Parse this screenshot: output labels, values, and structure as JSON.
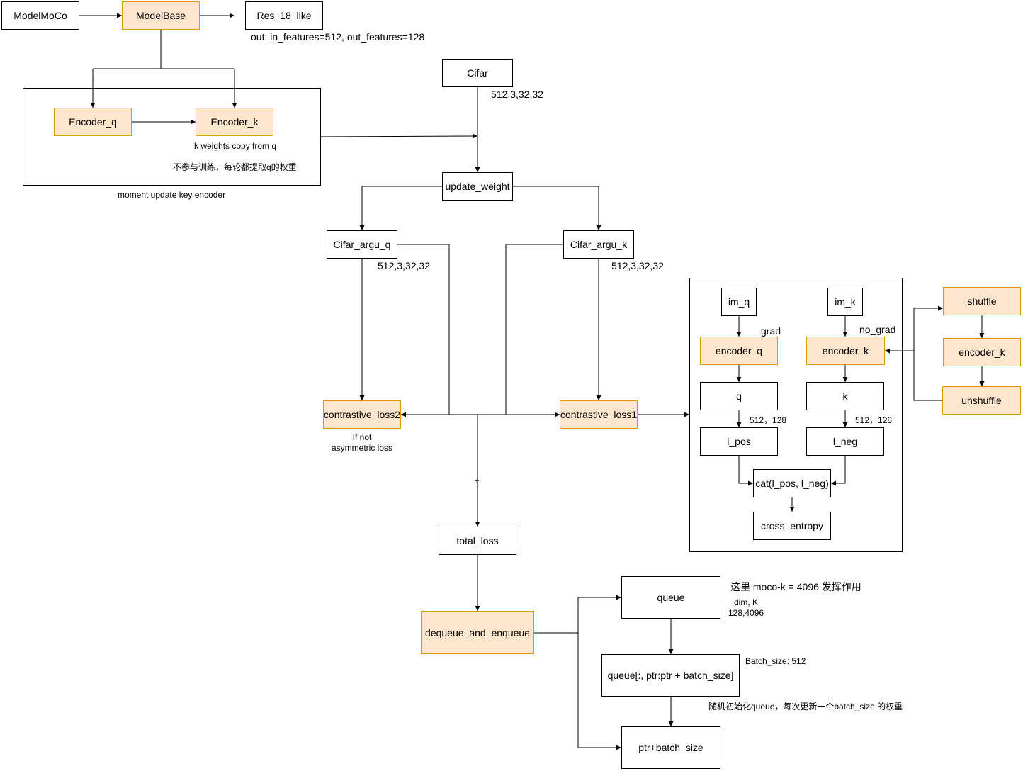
{
  "nodes": {
    "modelmoco": "ModelMoCo",
    "modelbase": "ModelBase",
    "res18": "Res_18_like",
    "encoder_q_top": "Encoder_q",
    "encoder_k_top": "Encoder_k",
    "cifar": "Cifar",
    "update_weight": "update_weight",
    "cifar_argu_q": "Cifar_argu_q",
    "cifar_argu_k": "Cifar_argu_k",
    "contrastive_loss2": "contrastive_loss2",
    "contrastive_loss1": "contrastive_loss1",
    "total_loss": "total_loss",
    "dequeue_and_enqueue": "dequeue_and_enqueue",
    "queue": "queue",
    "queue_slice": "queue[:, ptr:ptr + batch_size]",
    "ptr_update": "ptr+batch_size",
    "im_q": "im_q",
    "im_k": "im_k",
    "encoder_q": "encoder_q",
    "encoder_k": "encoder_k",
    "q": "q",
    "k": "k",
    "l_pos": "l_pos",
    "l_neg": "l_neg",
    "cat": "cat(l_pos, l_neg)",
    "cross_entropy": "cross_entropy",
    "shuffle": "shuffle",
    "encoder_k_side": "encoder_k",
    "unshuffle": "unshuffle"
  },
  "labels": {
    "res_out": "out: in_features=512, out_features=128",
    "cifar_shape": "512,3,32,32",
    "k_copy": "k weights copy from q",
    "no_train": "不参与训练，每轮都提取q的权重",
    "moment_update": "moment update key encoder",
    "argu_q_shape": "512,3,32,32",
    "argu_k_shape": "512,3,32,32",
    "if_not_1": "If not",
    "if_not_2": "asymmetric loss",
    "plus": "+",
    "grad": "grad",
    "no_grad": "no_grad",
    "q_shape": "512，128",
    "k_shape": "512，128",
    "moco_k": "这里 moco-k = 4096 发挥作用",
    "dim_k": "dim, K",
    "queue_shape": "128,4096",
    "batch_size": "Batch_size: 512",
    "random_init": "随机初始化queue，每次更新一个batch_size  的权重"
  },
  "colors": {
    "highlight_fill": "#ffe6cc",
    "highlight_stroke": "#d79b00",
    "line": "#000000"
  }
}
